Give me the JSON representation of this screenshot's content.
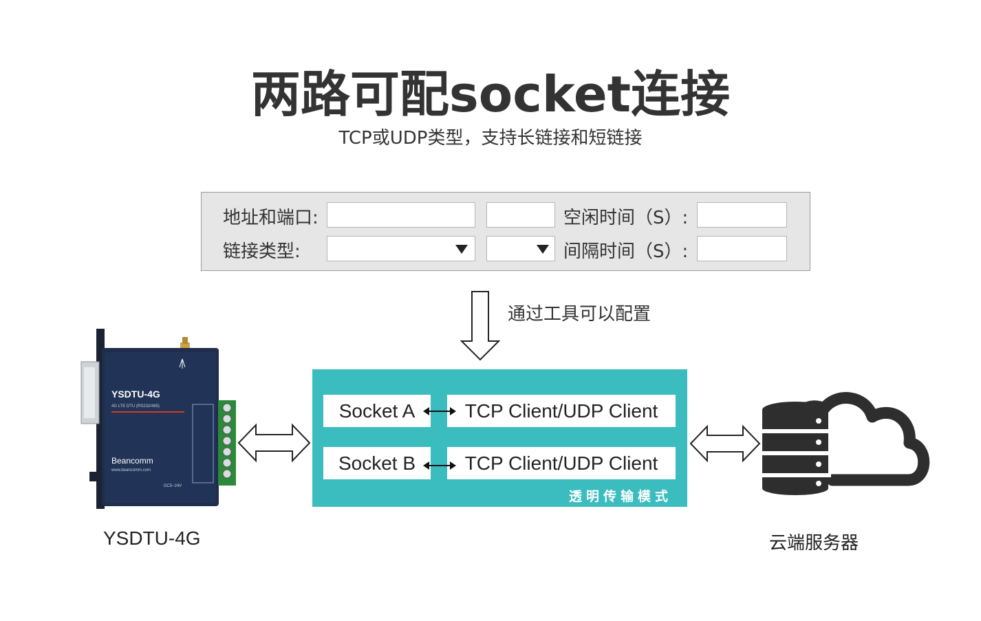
{
  "header": {
    "title": "两路可配socket连接",
    "subtitle": "TCP或UDP类型，支持长链接和短链接"
  },
  "config": {
    "address_label": "地址和端口:",
    "type_label": "链接类型:",
    "idle_label": "空闲时间（S）:",
    "interval_label": "间隔时间（S）:"
  },
  "arrow_note": "通过工具可以配置",
  "mode": {
    "label": "透明传输模式",
    "rows": [
      {
        "socket": "Socket A",
        "client": "TCP Client/UDP Client"
      },
      {
        "socket": "Socket B",
        "client": "TCP Client/UDP Client"
      }
    ],
    "color": "#3bbcbf"
  },
  "device": {
    "caption": "YSDTU-4G",
    "model_text": "YSDTU-4G",
    "sub_text": "4G LTE DTU  (RS232/485)",
    "brand": "Beancomm",
    "url": "www.beancomm.com",
    "power": "DC5~24V"
  },
  "cloud": {
    "caption": "云端服务器"
  },
  "icons": [
    "double-arrow-icon",
    "down-arrow-icon",
    "server-icon",
    "cloud-icon"
  ]
}
